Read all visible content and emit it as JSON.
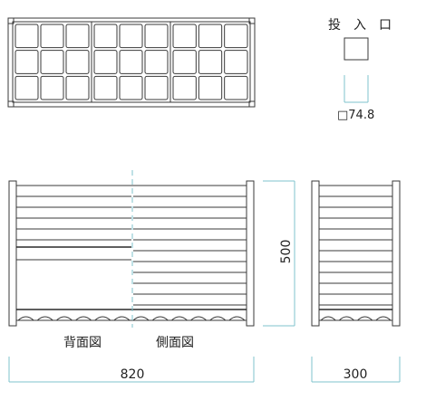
{
  "labels": {
    "inlet_title": "投　入　口",
    "inlet_size": "□74.8",
    "back_view": "背面図",
    "side_view": "側面図",
    "width_dim": "820",
    "height_dim": "500",
    "depth_dim": "300"
  },
  "top_view": {
    "rows": 3,
    "cols": 9
  },
  "colors": {
    "line": "#3a3a3a",
    "dimension": "#7fc3cc"
  }
}
